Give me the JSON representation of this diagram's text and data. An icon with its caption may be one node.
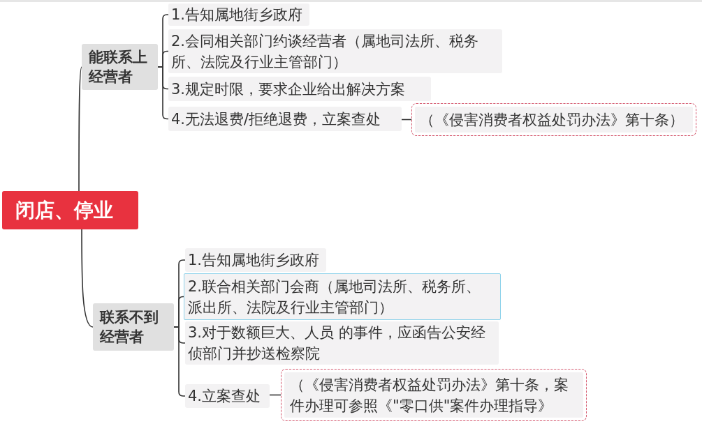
{
  "diagram": {
    "nodes": [
      {
        "text": [
          "闭店、停业"
        ]
      },
      {
        "text": [
          "能联系上经营者"
        ]
      },
      {
        "text": [
          "1.告知属地街乡政府"
        ]
      },
      {
        "text": [
          "2.会同相关部门约谈经营者（属地司法所、税务所、法院及行业主管部门）"
        ]
      },
      {
        "text": [
          "3.规定时限，要求企业给出解决方案"
        ]
      },
      {
        "text": [
          "4.无法退费/拒绝退费，立案查处"
        ]
      },
      {
        "text": [
          "（《侵害消费者权益处罚办法》第十条）"
        ]
      },
      {
        "text": [
          "联系不到经营者"
        ]
      },
      {
        "text": [
          "1.告知属地街乡政府"
        ]
      },
      {
        "text": [
          "2.联合相关部门会商（属地司法所、税务所、派出所、法院及行业主管部门）"
        ]
      },
      {
        "text": [
          "3.对于数额巨大、人员 的事件，应函告公安经侦部门并抄送检察院"
        ]
      },
      {
        "text": [
          "4.立案查处"
        ]
      },
      {
        "text": [
          "（《侵害消费者权益处罚办法》第十条，案件办理可参照《\"零口供\"案件办理指导》"
        ]
      }
    ],
    "edges": [
      {
        "from": 0,
        "to": 1,
        "arrow": "none"
      },
      {
        "from": 0,
        "to": 7,
        "arrow": "none"
      },
      {
        "from": 1,
        "to": 2,
        "arrow": "none"
      },
      {
        "from": 1,
        "to": 3,
        "arrow": "none"
      },
      {
        "from": 1,
        "to": 4,
        "arrow": "none"
      },
      {
        "from": 1,
        "to": 5,
        "arrow": "none"
      },
      {
        "from": 5,
        "to": 6,
        "arrow": "none"
      },
      {
        "from": 7,
        "to": 8,
        "arrow": "none"
      },
      {
        "from": 7,
        "to": 9,
        "arrow": "none"
      },
      {
        "from": 7,
        "to": 10,
        "arrow": "none"
      },
      {
        "from": 7,
        "to": 11,
        "arrow": "none"
      },
      {
        "from": 11,
        "to": 12,
        "arrow": "none"
      }
    ]
  }
}
